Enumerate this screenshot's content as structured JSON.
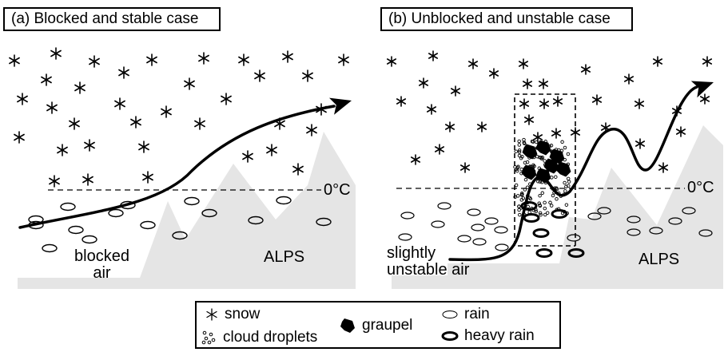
{
  "panels": {
    "a": {
      "title": "(a) Blocked and stable case",
      "label_air": "blocked\nair",
      "label_mountains": "ALPS",
      "freezing_level": "0°C"
    },
    "b": {
      "title": "(b) Unblocked and unstable case",
      "label_air": "slightly\nunstable air",
      "label_mountains": "ALPS",
      "freezing_level": "0°C"
    }
  },
  "legend": {
    "snow": "snow",
    "cloud_droplets": "cloud droplets",
    "graupel": "graupel",
    "rain": "rain",
    "heavy_rain": "heavy rain"
  },
  "colors": {
    "mountain": "#e5e5e5",
    "ink": "#000000"
  }
}
